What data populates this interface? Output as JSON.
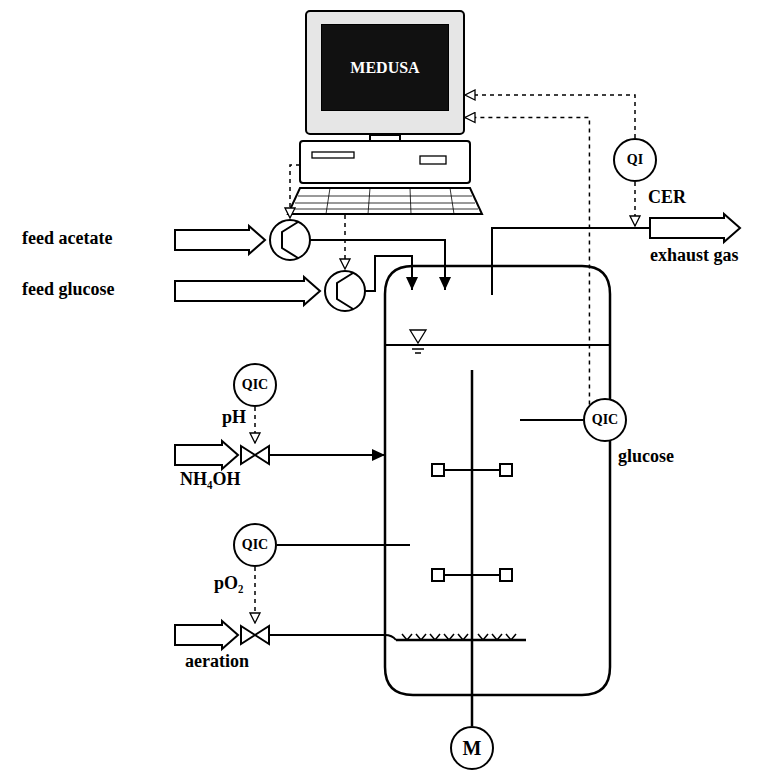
{
  "diagram": {
    "nodes": [
      {
        "text": [
          "MEDUSA"
        ]
      },
      {
        "text": [
          "QI"
        ]
      },
      {
        "text": [
          "QIC",
          "pH"
        ]
      },
      {
        "text": [
          "QIC",
          "glucose"
        ]
      },
      {
        "text": [
          "QIC",
          "pO₂"
        ]
      },
      {
        "text": [
          "M"
        ]
      }
    ],
    "edges": [
      {
        "from": 1,
        "to": 0,
        "arrow": "to"
      },
      {
        "from": 3,
        "to": 0,
        "arrow": "to"
      }
    ],
    "labels": [
      "feed acetate",
      "feed glucose",
      "CER",
      "exhaust gas",
      "NH₄OH",
      "aeration"
    ]
  }
}
